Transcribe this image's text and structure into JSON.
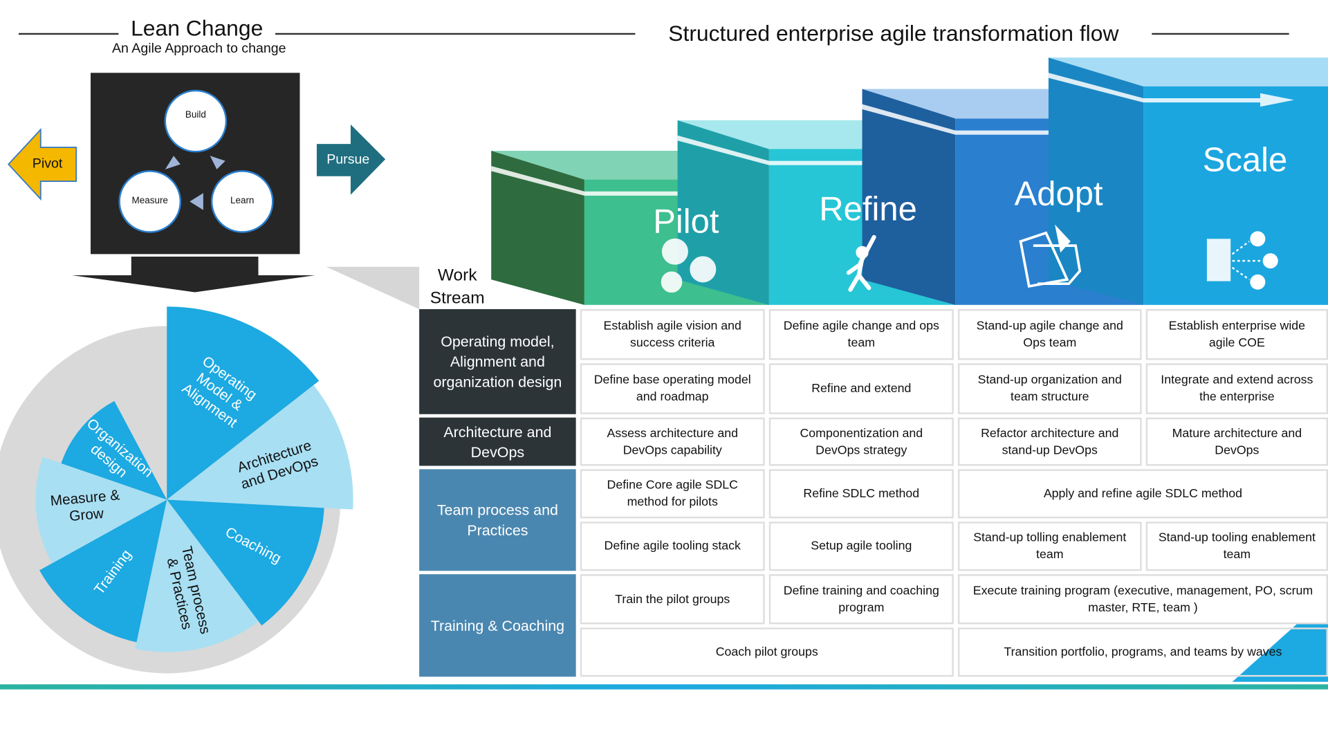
{
  "left_header": {
    "title": "Lean Change",
    "subtitle": "An Agile Approach to change"
  },
  "right_header": {
    "title": "Structured enterprise agile transformation flow"
  },
  "cycle": {
    "build": "Build",
    "measure": "Measure",
    "learn": "Learn"
  },
  "arrows": {
    "pivot": "Pivot",
    "pursue": "Pursue",
    "pivot_color": "#f5b800",
    "pursue_color": "#1f6e80"
  },
  "work_stream_label": "Work Stream",
  "pie": {
    "segments": [
      {
        "label": "Operating Model & Alignment"
      },
      {
        "label": "Architecture and DevOps"
      },
      {
        "label": "Coaching"
      },
      {
        "label": "Team process & Practices"
      },
      {
        "label": "Training"
      },
      {
        "label": "Measure & Grow"
      },
      {
        "label": "Organization design"
      }
    ],
    "colors": {
      "dark": "#1da9e1",
      "light": "#a8dff3",
      "back": "#d9d9d9"
    }
  },
  "steps": [
    {
      "label": "Pilot",
      "icon": "cells-icon",
      "color": "#3dbf8f"
    },
    {
      "label": "Refine",
      "icon": "reaching-person-icon",
      "color": "#26c6d6"
    },
    {
      "label": "Adopt",
      "icon": "pinned-notes-icon",
      "color": "#2a7fcf"
    },
    {
      "label": "Scale",
      "icon": "building-network-icon",
      "color": "#1ba6e0"
    }
  ],
  "table": {
    "row_headers": [
      "Operating model, Alignment and organization design",
      "Architecture and DevOps",
      "Team process and Practices",
      "Training & Coaching"
    ],
    "rows": [
      [
        "Establish agile vision and success criteria",
        "Define agile change and ops team",
        "Stand-up agile change and Ops team",
        "Establish enterprise wide agile COE"
      ],
      [
        "Define base operating model and roadmap",
        "Refine and extend",
        "Stand-up organization and team structure",
        "Integrate and extend across the enterprise"
      ],
      [
        "Assess architecture and DevOps capability",
        "Componentization and DevOps strategy",
        "Refactor architecture and stand-up DevOps",
        "Mature architecture and DevOps"
      ],
      [
        "Define Core agile SDLC method for pilots",
        "Refine SDLC method",
        "Apply and refine agile SDLC method"
      ],
      [
        "Define agile tooling stack",
        "Setup agile tooling",
        "Stand-up tolling enablement team",
        "Stand-up tooling enablement team"
      ],
      [
        "Train the pilot groups",
        "Define training and coaching program",
        "Execute training program (executive, management, PO, scrum master, RTE, team )"
      ],
      [
        "Coach pilot groups",
        "Transition portfolio, programs, and teams by waves"
      ]
    ]
  }
}
